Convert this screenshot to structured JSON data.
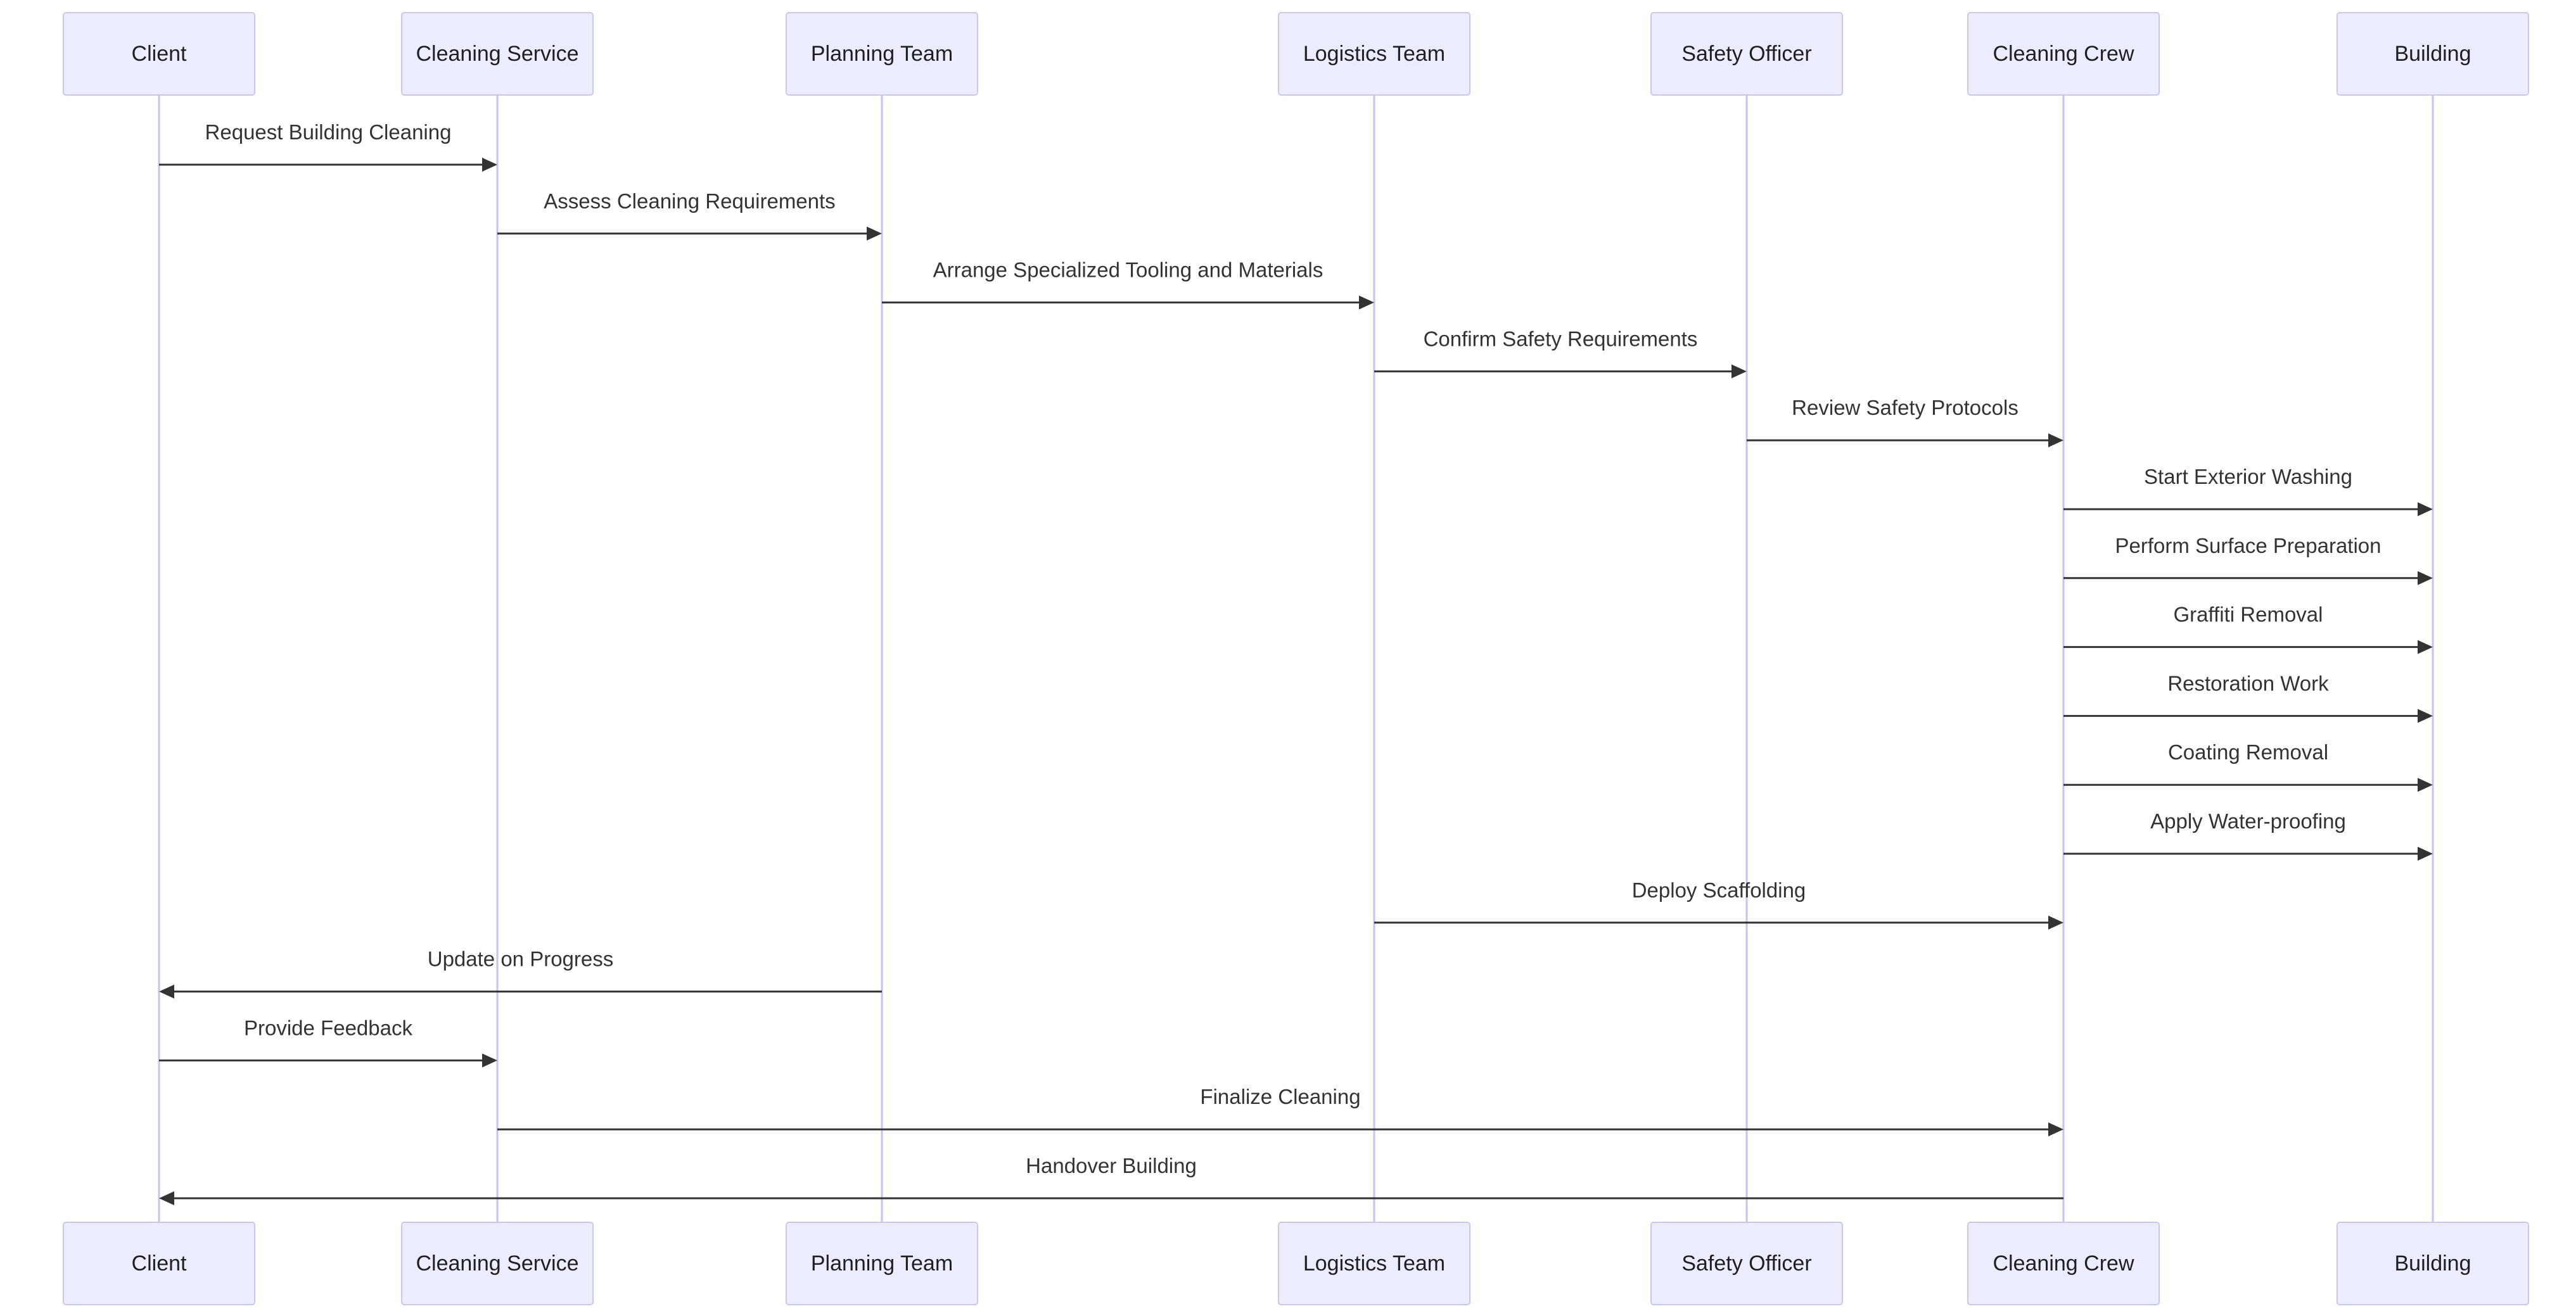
{
  "diagram": {
    "type": "sequence",
    "participants": [
      {
        "id": "client",
        "label": "Client"
      },
      {
        "id": "cleaning_service",
        "label": "Cleaning Service"
      },
      {
        "id": "planning_team",
        "label": "Planning Team"
      },
      {
        "id": "logistics_team",
        "label": "Logistics Team"
      },
      {
        "id": "safety_officer",
        "label": "Safety Officer"
      },
      {
        "id": "cleaning_crew",
        "label": "Cleaning Crew"
      },
      {
        "id": "building",
        "label": "Building"
      }
    ],
    "messages": [
      {
        "from": "client",
        "to": "cleaning_service",
        "label": "Request Building Cleaning"
      },
      {
        "from": "cleaning_service",
        "to": "planning_team",
        "label": "Assess Cleaning Requirements"
      },
      {
        "from": "planning_team",
        "to": "logistics_team",
        "label": "Arrange Specialized Tooling and Materials"
      },
      {
        "from": "logistics_team",
        "to": "safety_officer",
        "label": "Confirm Safety Requirements"
      },
      {
        "from": "safety_officer",
        "to": "cleaning_crew",
        "label": "Review Safety Protocols"
      },
      {
        "from": "cleaning_crew",
        "to": "building",
        "label": "Start Exterior Washing"
      },
      {
        "from": "cleaning_crew",
        "to": "building",
        "label": "Perform Surface Preparation"
      },
      {
        "from": "cleaning_crew",
        "to": "building",
        "label": "Graffiti Removal"
      },
      {
        "from": "cleaning_crew",
        "to": "building",
        "label": "Restoration Work"
      },
      {
        "from": "cleaning_crew",
        "to": "building",
        "label": "Coating Removal"
      },
      {
        "from": "cleaning_crew",
        "to": "building",
        "label": "Apply Water-proofing"
      },
      {
        "from": "logistics_team",
        "to": "cleaning_crew",
        "label": "Deploy Scaffolding"
      },
      {
        "from": "planning_team",
        "to": "client",
        "label": "Update on Progress"
      },
      {
        "from": "client",
        "to": "cleaning_service",
        "label": "Provide Feedback"
      },
      {
        "from": "cleaning_service",
        "to": "cleaning_crew",
        "label": "Finalize Cleaning"
      },
      {
        "from": "cleaning_crew",
        "to": "client",
        "label": "Handover Building"
      }
    ]
  },
  "colors": {
    "actor_fill": "#ECECFF",
    "actor_border": "#C9C7EE",
    "lifeline": "#C7C3F0",
    "message": "#333333",
    "text": "#1f1f1f"
  }
}
